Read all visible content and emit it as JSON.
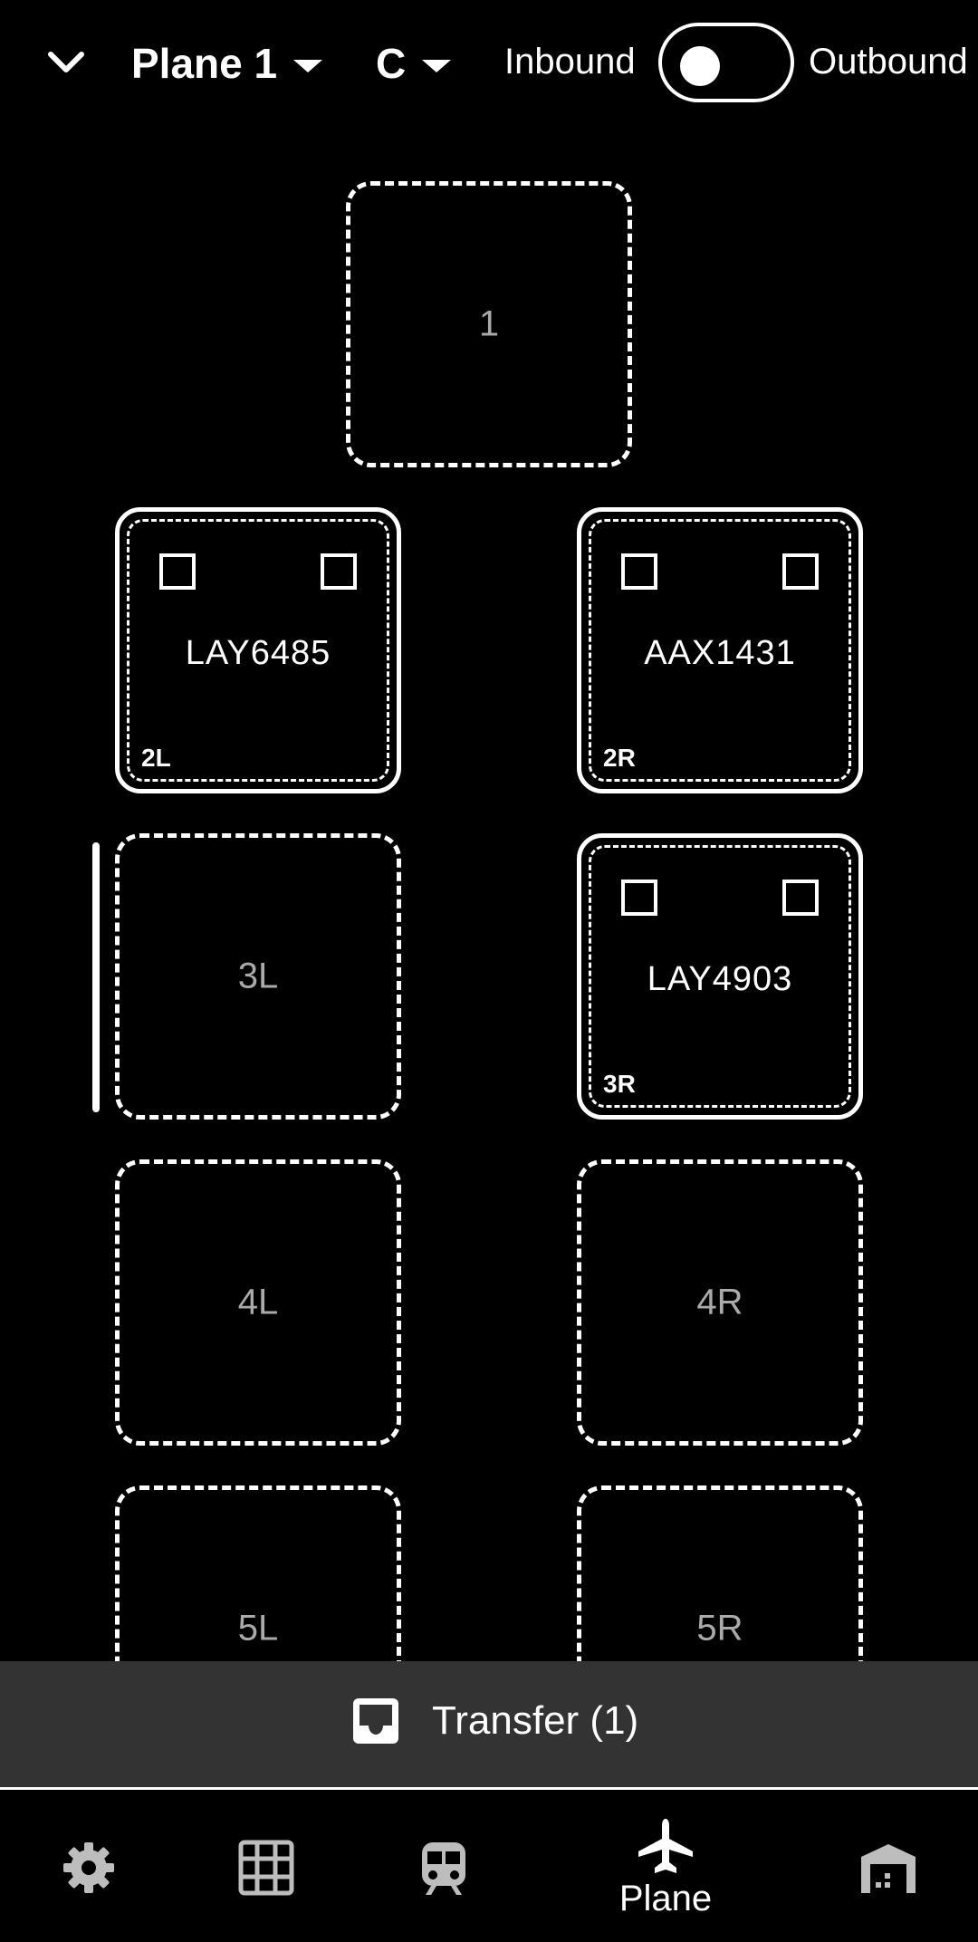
{
  "header": {
    "plane_select": "Plane 1",
    "gate_select": "C",
    "direction_left": "Inbound",
    "direction_right": "Outbound",
    "toggle_state": "inbound"
  },
  "slots": {
    "s1": {
      "label": "1"
    },
    "s2l": {
      "flight": "LAY6485",
      "position": "2L"
    },
    "s2r": {
      "flight": "AAX1431",
      "position": "2R"
    },
    "s3l": {
      "label": "3L"
    },
    "s3r": {
      "flight": "LAY4903",
      "position": "3R"
    },
    "s4l": {
      "label": "4L"
    },
    "s4r": {
      "label": "4R"
    },
    "s5l": {
      "label": "5L"
    },
    "s5r": {
      "label": "5R"
    }
  },
  "transfer": {
    "label": "Transfer (1)",
    "icon": "inbox-icon"
  },
  "nav": {
    "items": [
      {
        "icon": "gear-icon"
      },
      {
        "icon": "grid-icon"
      },
      {
        "icon": "train-icon"
      },
      {
        "icon": "airplane-icon",
        "label": "Plane",
        "active": true
      },
      {
        "icon": "warehouse-icon"
      }
    ]
  }
}
